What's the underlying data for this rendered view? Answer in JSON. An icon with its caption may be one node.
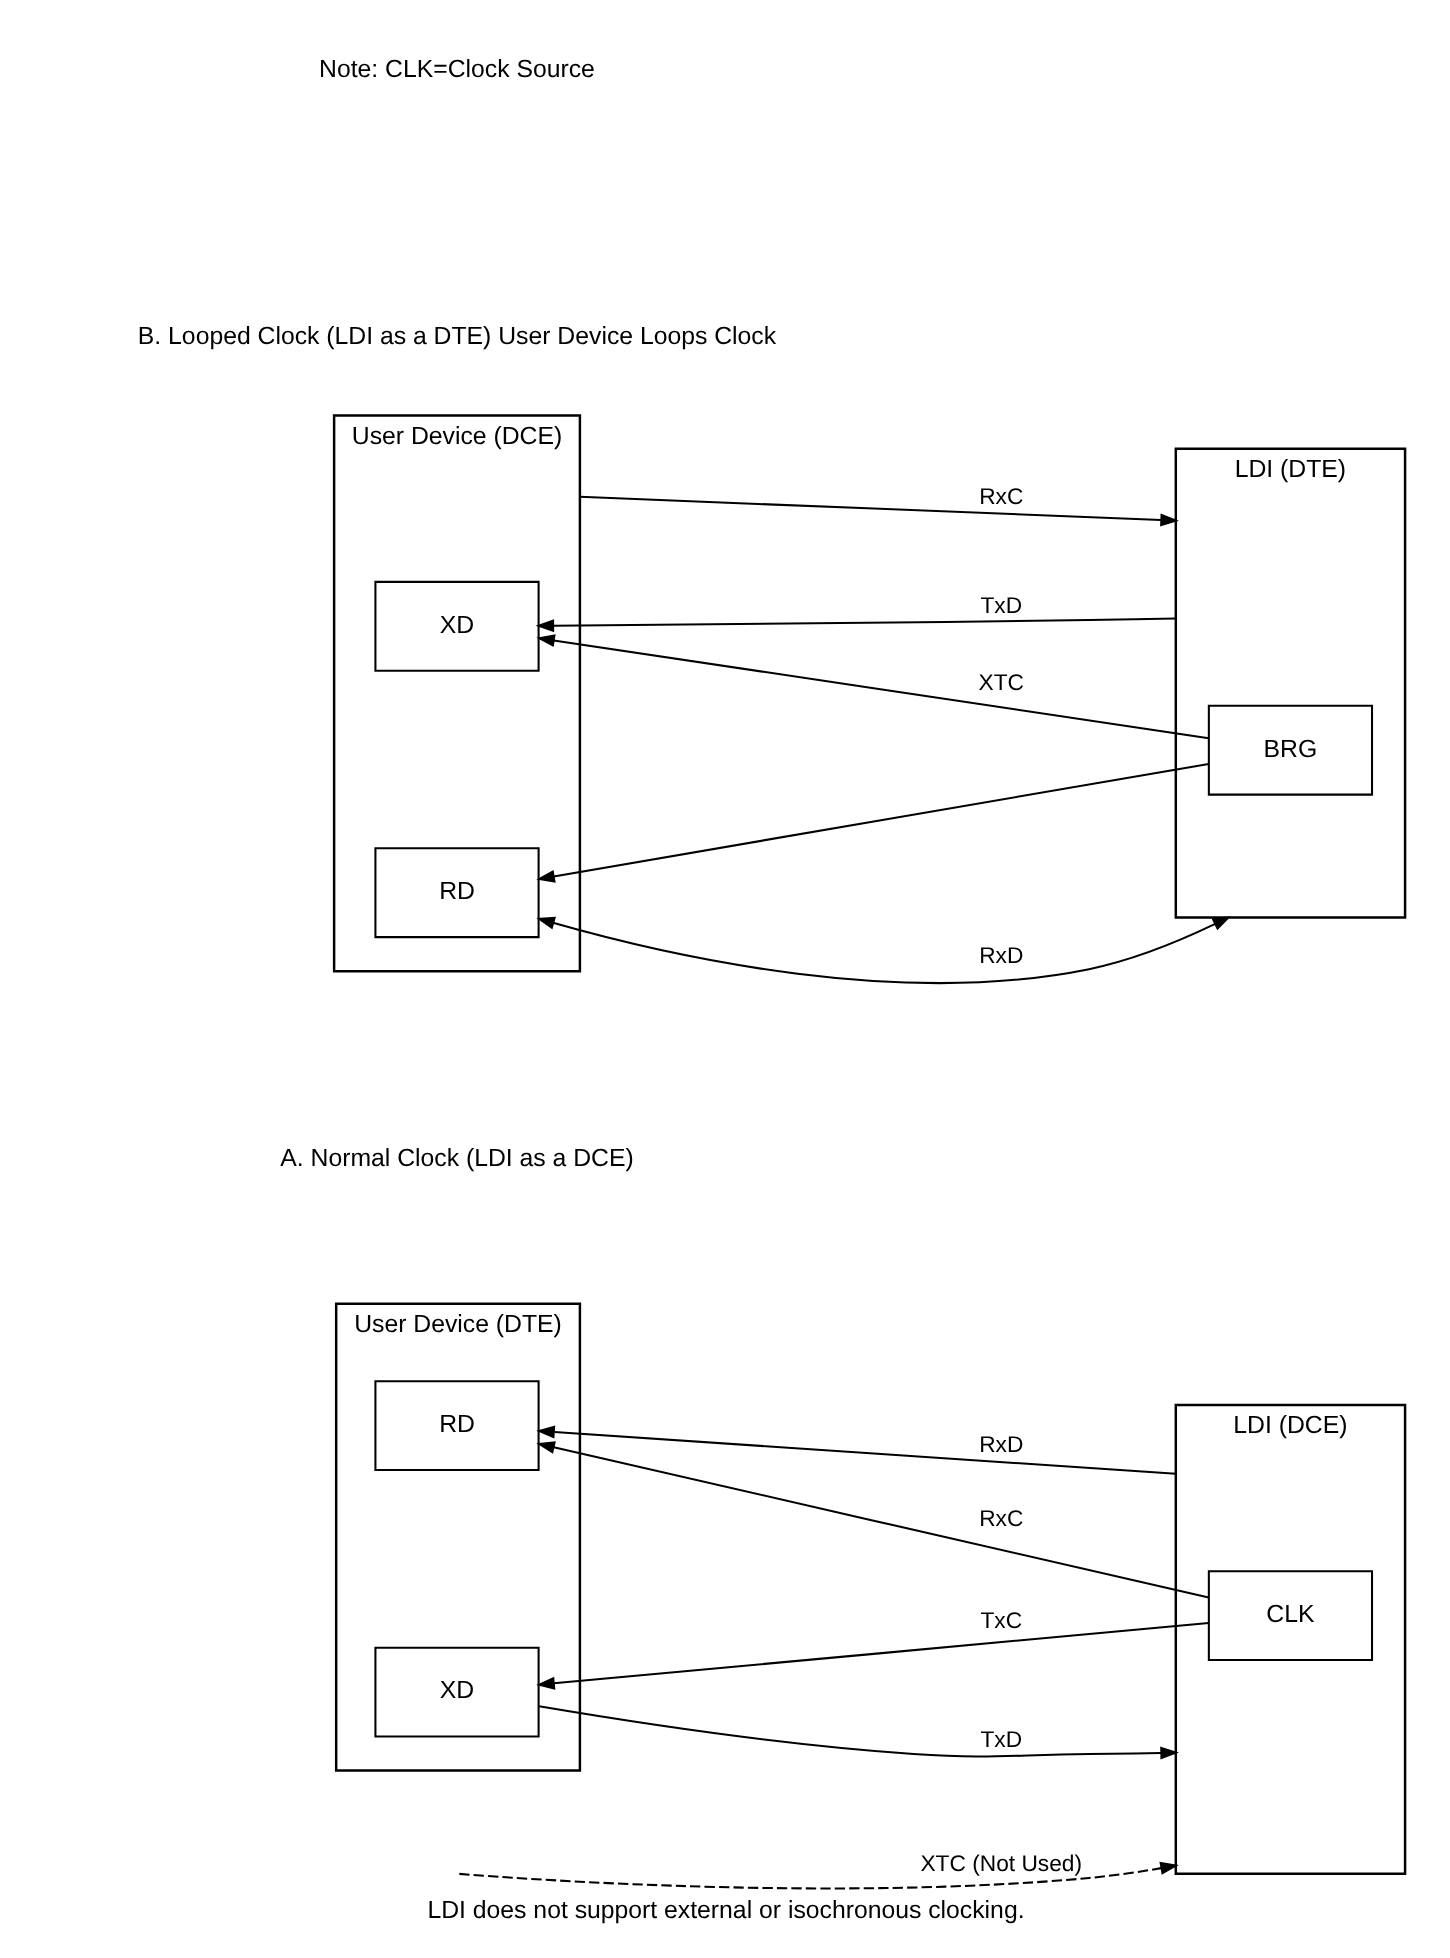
{
  "diagram": {
    "caption": "LDI does not support external or isochronous clocking.",
    "nodes": [
      {
        "text": [
          "User Device (DTE)"
        ]
      },
      {
        "text": [
          "XD"
        ],
        "in": 0
      },
      {
        "text": [
          "RD"
        ],
        "in": 0
      },
      {
        "text": [
          "LDI (DCE)"
        ]
      },
      {
        "text": [
          "CLK"
        ],
        "in": 3
      },
      {
        "text": [
          "User Device (DCE)"
        ]
      },
      {
        "text": [
          "RD"
        ],
        "in": 5
      },
      {
        "text": [
          "XD"
        ],
        "in": 5
      },
      {
        "text": [
          "LDI (DTE)"
        ]
      },
      {
        "text": [
          "BRG"
        ],
        "in": 8
      }
    ],
    "edges": [
      {
        "from": 1,
        "to": 3,
        "arrow": "to",
        "label": "TxD"
      },
      {
        "from": 4,
        "to": 1,
        "arrow": "to",
        "label": "TxC"
      },
      {
        "from": null,
        "to": 3,
        "arrow": "to",
        "label": "XTC (Not Used)",
        "style": "dashed"
      },
      {
        "from": 3,
        "to": 2,
        "arrow": "to",
        "label": "RxD"
      },
      {
        "from": 4,
        "to": 2,
        "arrow": "to",
        "label": "RxC"
      },
      {
        "from": 6,
        "to": 8,
        "arrow": "both",
        "label": "RxD"
      },
      {
        "from": 9,
        "to": 6,
        "arrow": "to"
      },
      {
        "from": 5,
        "to": 8,
        "arrow": "to",
        "label": "RxC"
      },
      {
        "from": 8,
        "to": 7,
        "arrow": "to",
        "label": "TxD"
      },
      {
        "from": 9,
        "to": 7,
        "arrow": "to",
        "label": "XTC"
      }
    ],
    "labels": [
      "A. Normal Clock (LDI as a DCE)",
      "Note: CLK=Clock Source",
      "B. Looped Clock (LDI as a DTE) User Device Loops Clock"
    ]
  }
}
